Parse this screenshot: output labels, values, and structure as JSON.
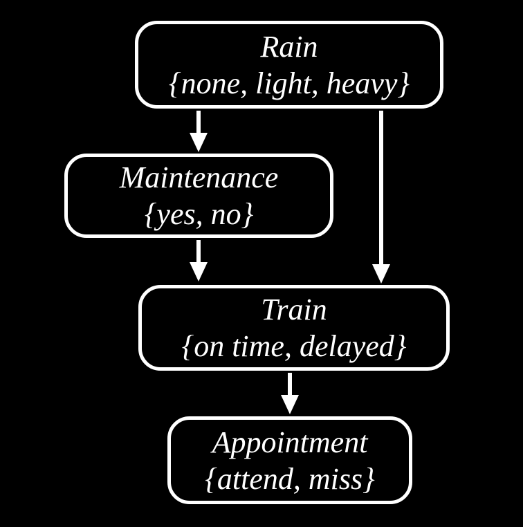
{
  "colors": {
    "background": "#000000",
    "node_border": "#ffffff",
    "text": "#ffffff",
    "arrow": "#ffffff"
  },
  "nodes": {
    "rain": {
      "label": "Rain",
      "values": "{none, light, heavy}"
    },
    "maintenance": {
      "label": "Maintenance",
      "values": "{yes, no}"
    },
    "train": {
      "label": "Train",
      "values": "{on time, delayed}"
    },
    "appointment": {
      "label": "Appointment",
      "values": "{attend, miss}"
    }
  },
  "edges": [
    {
      "from": "rain",
      "to": "maintenance"
    },
    {
      "from": "rain",
      "to": "train"
    },
    {
      "from": "maintenance",
      "to": "train"
    },
    {
      "from": "train",
      "to": "appointment"
    }
  ]
}
